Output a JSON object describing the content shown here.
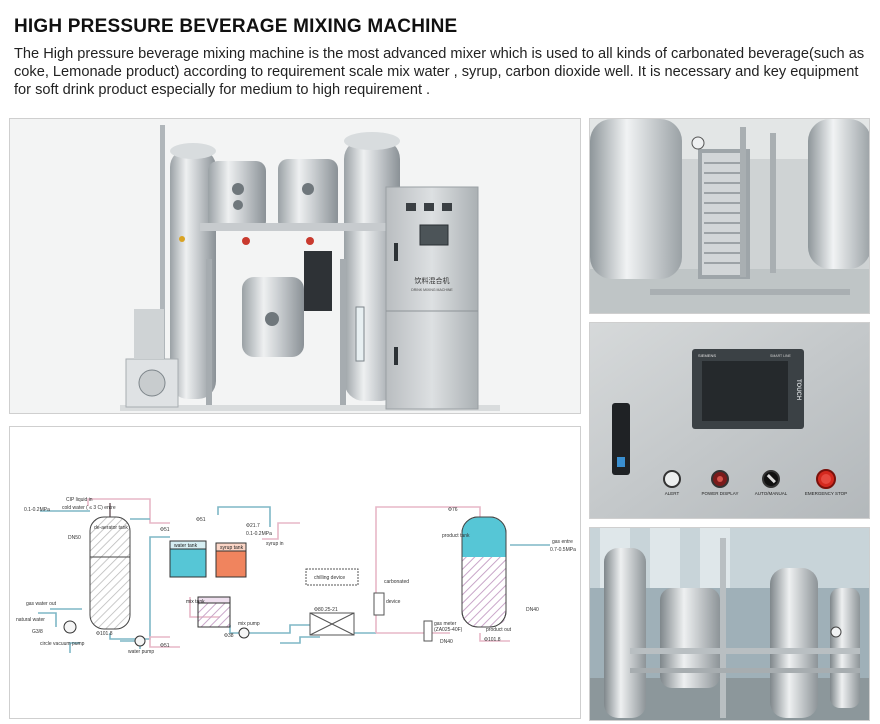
{
  "page": {
    "title": "HIGH PRESSURE BEVERAGE MIXING MACHINE",
    "description": "The High pressure beverage mixing machine is the most advanced mixer which is used to all kinds of carbonated beverage(such as coke, Lemonade product) according to requirement scale mix water , syrup, carbon dioxide well. It is necessary and key equipment for soft drink product especially for medium to high requirement ."
  },
  "machine_photo": {
    "nameplate_cn": "饮料混合机",
    "nameplate_en": "DRINK MIXING MACHINE"
  },
  "control_panel": {
    "brand": "SIEMENS",
    "series": "SMART LINE",
    "screen_text": "TOUCH",
    "labels": [
      "ALERT",
      "POWER DISPLAY",
      "AUTO/MANUAL",
      "EMERGENCY STOP"
    ]
  },
  "diagram": {
    "labels": {
      "cip": "CIP liquid in",
      "cold_water": "cold water ( ≤ 3 C) entre",
      "pressure_left": "0.1-0.2MPa",
      "dn50": "DN50",
      "deaerator": "de-aerator tank",
      "gas_water_out": "gas water out",
      "natural_water": "natural water",
      "g3_8": "G3/8",
      "vacuum_pump": "circle vacuum pump",
      "water_pump": "water pump",
      "phi51_a": "Φ51",
      "phi51_b": "Φ51",
      "phi51_c": "Φ51",
      "phi21_7": "Φ21.7",
      "pressure_mid": "0.1-0.2MPa",
      "syrup_in": "syrup in",
      "syrup_tank": "syrup tank",
      "water_tank": "water tank",
      "mix_tank": "mix tank",
      "mix_pump": "mix pump",
      "phi38": "Φ38",
      "chilling": "chilling device",
      "phi_chiller": "Φ80.25-21",
      "carbonated": "carbonated",
      "device": "device",
      "gas_meter": "gas meter",
      "gas_meter_model": "(ZA025-40F)",
      "dn40_a": "DN40",
      "dn40_b": "DN40",
      "product_tank": "product tank",
      "gas_entre": "gas entre",
      "pressure_right": "0.7-0.5MPa",
      "product_out": "product out",
      "phi76": "Φ76",
      "phi101_l": "Φ101.8",
      "phi101_r": "Φ101.8"
    }
  },
  "colors": {
    "steel_light": "#e6e9ea",
    "steel_mid": "#b7bdc1",
    "steel_dark": "#7d858a",
    "cabinet": "#c8cbcd",
    "pipe_pink": "#e7b7c7",
    "pipe_teal": "#7fb7c6",
    "tank_hatch": "#c9a6c9",
    "water_blue": "#56c6d6",
    "syrup_orange": "#f0845e",
    "estop_red": "#d4291f"
  }
}
